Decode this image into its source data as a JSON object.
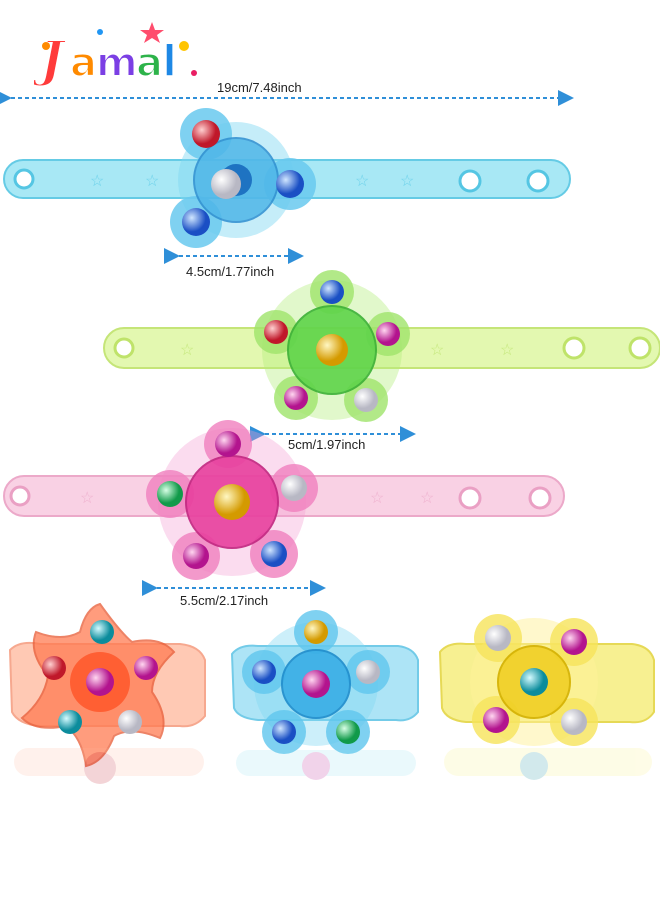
{
  "brand": {
    "logo_text": "Jamal"
  },
  "dimensions": {
    "total_length": "19cm/7.48inch",
    "blue_spinner": "4.5cm/1.77inch",
    "green_spinner": "5cm/1.97inch",
    "pink_spinner": "5.5cm/2.17inch"
  },
  "colors": {
    "arrow": "#2f8fd8",
    "blue_band": "#8fe0f0",
    "green_band": "#d9f59a",
    "pink_band": "#f7c6dc",
    "orange_band": "#ffb59a",
    "yellow_band": "#f7ef7a"
  }
}
